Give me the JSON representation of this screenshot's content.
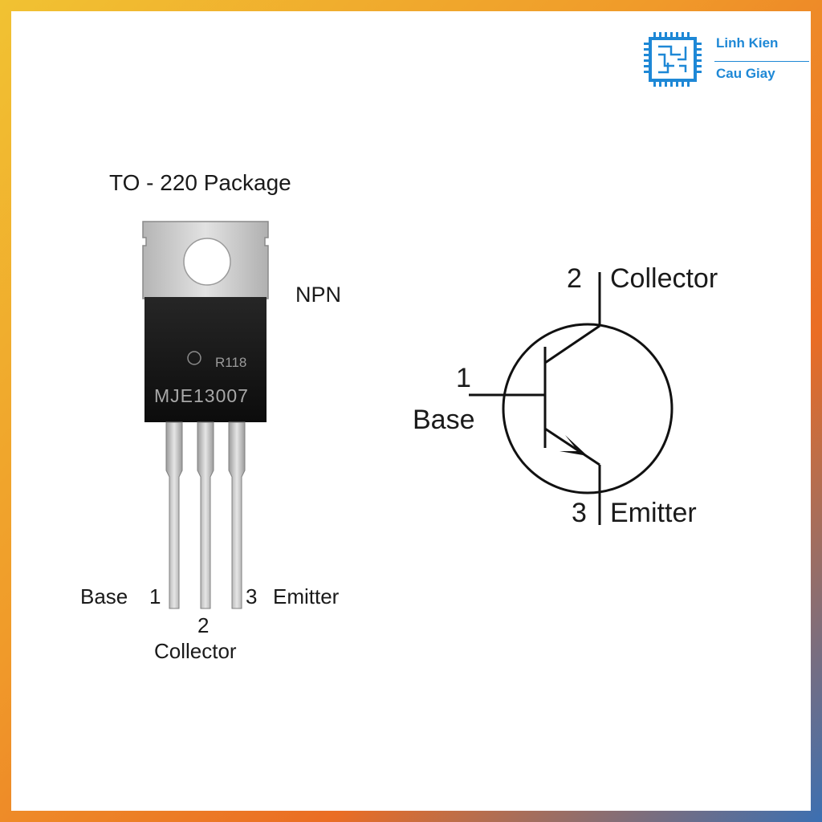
{
  "brand": {
    "line1": "Linh Kien",
    "line2": "Cau Giay"
  },
  "package": {
    "title": "TO - 220 Package",
    "type": "NPN",
    "marking_small": "R118",
    "part_number": "MJE13007"
  },
  "package_pins": {
    "base_label": "Base",
    "base_num": "1",
    "collector_num": "2",
    "collector_label": "Collector",
    "emitter_num": "3",
    "emitter_label": "Emitter"
  },
  "symbol": {
    "collector_num": "2",
    "collector_label": "Collector",
    "base_num": "1",
    "base_label": "Base",
    "emitter_num": "3",
    "emitter_label": "Emitter"
  },
  "colors": {
    "brand_blue": "#1e88d6",
    "frame_yellow": "#f1c232",
    "frame_orange": "#ea6d24",
    "frame_blue": "#3b6fb2",
    "body_black": "#141414",
    "tab_silver": "#c9c9c9"
  }
}
